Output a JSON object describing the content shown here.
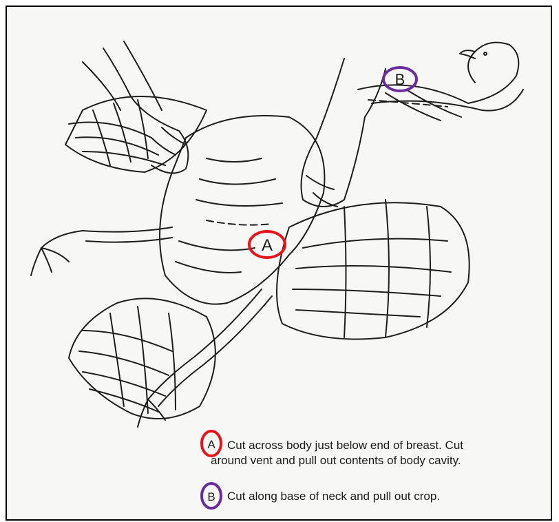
{
  "markers": {
    "a": {
      "letter": "A",
      "color": "#e8141b"
    },
    "b": {
      "letter": "B",
      "color": "#6a2c9f"
    }
  },
  "legend": {
    "a_line1": "Cut across body just below end of breast.  Cut",
    "a_line2": "around vent and pull out contents of body cavity.",
    "b_line1": "Cut along base of neck and pull out crop."
  }
}
